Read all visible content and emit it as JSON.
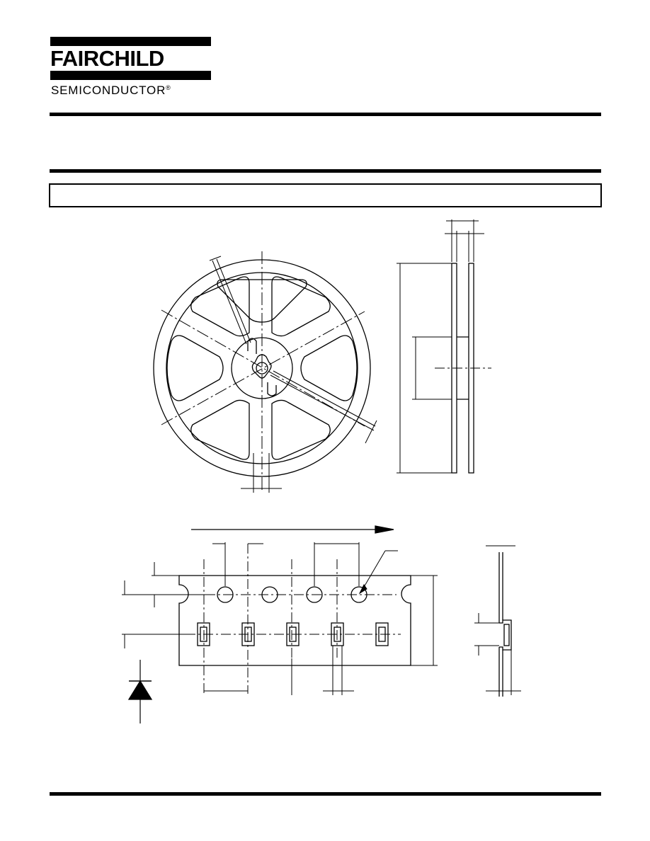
{
  "header": {
    "brand": "FAIRCHILD",
    "brand_sub": "SEMICONDUCTOR",
    "registered_mark": "®"
  },
  "section_title": "",
  "drawings": {
    "reel_front": "reel-front-view",
    "reel_side": "reel-side-view",
    "tape_top": "carrier-tape-top-view",
    "tape_side": "carrier-tape-side-view",
    "orientation": "diode-orientation-symbol"
  },
  "tape": {
    "sprocket_holes": 4,
    "pockets": 5
  },
  "colors": {
    "ink": "#000000",
    "paper": "#ffffff"
  }
}
